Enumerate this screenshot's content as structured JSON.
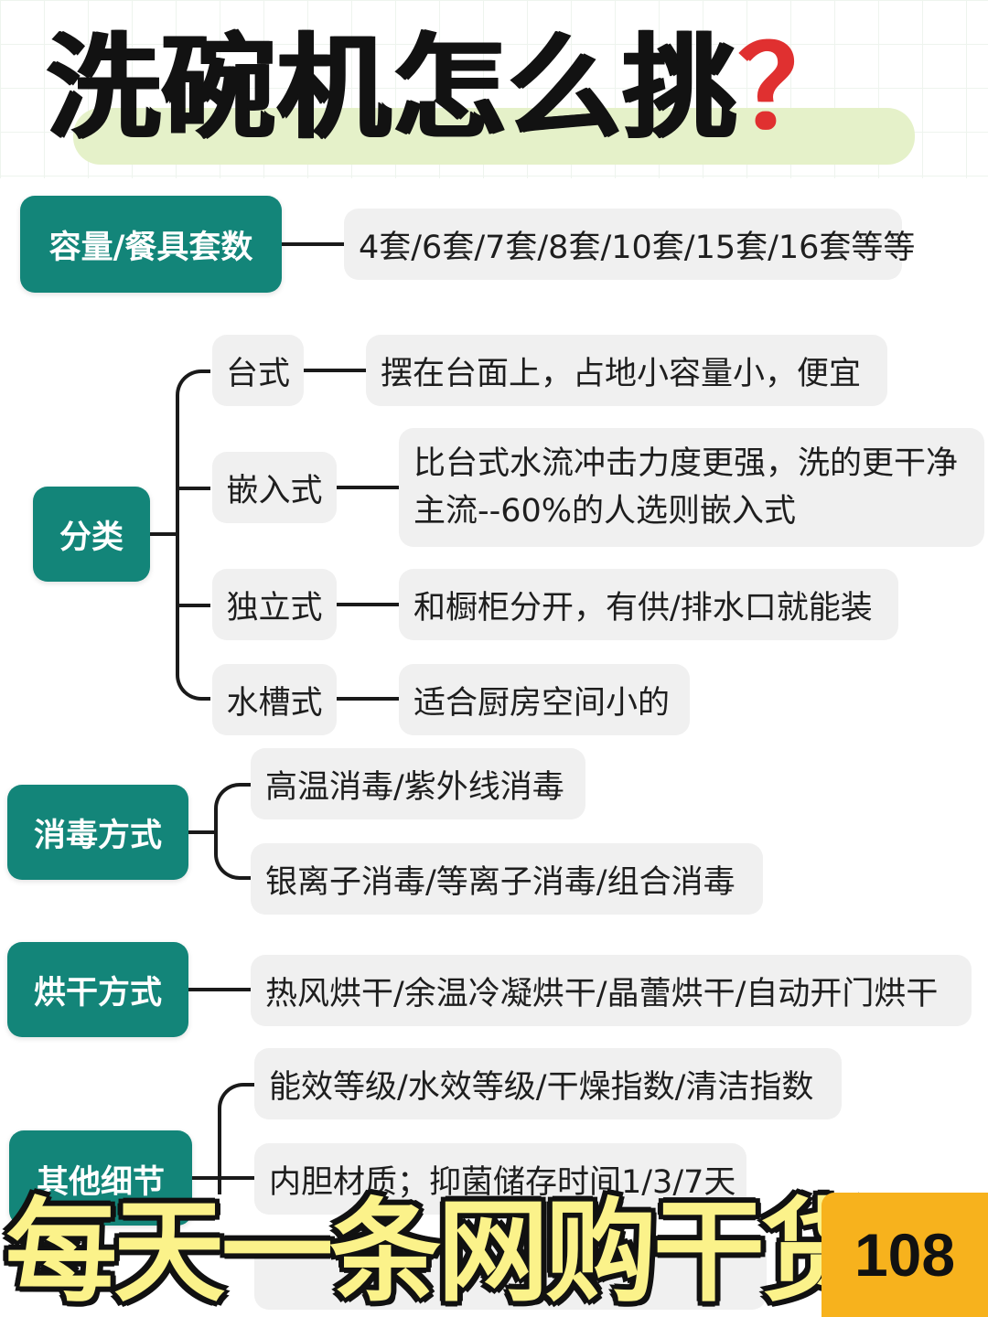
{
  "header": {
    "title": "洗碗机怎么挑",
    "title_mark": "？"
  },
  "sections": {
    "capacity": {
      "label": "容量/餐具套数",
      "value": "4套/6套/7套/8套/10套/15套/16套等等"
    },
    "category": {
      "label": "分类",
      "items": [
        {
          "type": "台式",
          "desc": "摆在台面上，占地小容量小，便宜"
        },
        {
          "type": "嵌入式",
          "desc_line1": "比台式水流冲击力度更强，洗的更干净",
          "desc_line2": "主流--60%的人选则嵌入式"
        },
        {
          "type": "独立式",
          "desc": "和橱柜分开，有供/排水口就能装"
        },
        {
          "type": "水槽式",
          "desc": "适合厨房空间小的"
        }
      ]
    },
    "disinfection": {
      "label": "消毒方式",
      "items": [
        "高温消毒/紫外线消毒",
        "银离子消毒/等离子消毒/组合消毒"
      ]
    },
    "drying": {
      "label": "烘干方式",
      "value": "热风烘干/余温冷凝烘干/晶蕾烘干/自动开门烘干"
    },
    "other": {
      "label": "其他细节",
      "items": [
        "能效等级/水效等级/干燥指数/清洁指数",
        "内胆材质；抑菌储存时间1/3/7天"
      ]
    }
  },
  "footer": {
    "banner": "每天一条网购干货",
    "badge": "108"
  },
  "colors": {
    "category_bg": "#138579",
    "pill_bg": "#f0f0f0",
    "banner_text": "#fbf28a",
    "badge_bg": "#f7b21d",
    "question_mark": "#e03030"
  }
}
